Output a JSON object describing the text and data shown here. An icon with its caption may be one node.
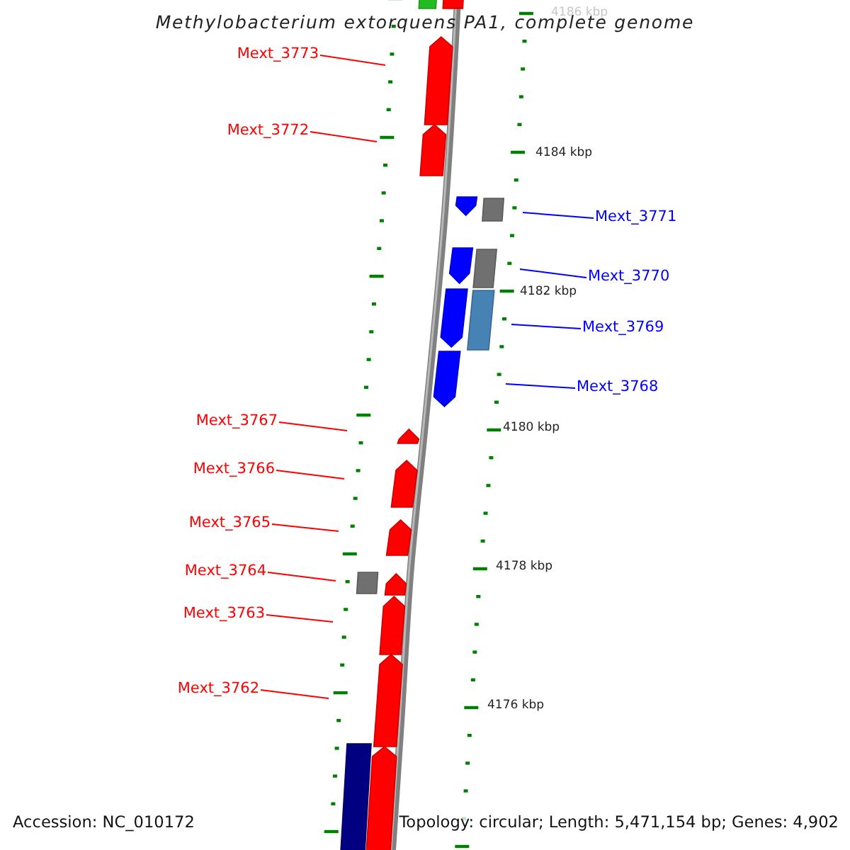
{
  "diagram": {
    "title": "Methylobacterium extorquens PA1, complete genome",
    "nodes": [
      {
        "text": [
          "Mext_3773"
        ]
      },
      {
        "text": [
          "Mext_3772"
        ]
      },
      {
        "text": [
          "Mext_3771"
        ]
      },
      {
        "text": [
          "Mext_3770"
        ]
      },
      {
        "text": [
          "Mext_3769"
        ]
      },
      {
        "text": [
          "Mext_3768"
        ]
      },
      {
        "text": [
          "Mext_3767"
        ]
      },
      {
        "text": [
          "Mext_3766"
        ]
      },
      {
        "text": [
          "Mext_3765"
        ]
      },
      {
        "text": [
          "Mext_3764"
        ]
      },
      {
        "text": [
          "Mext_3763"
        ]
      },
      {
        "text": [
          "Mext_3762"
        ]
      }
    ],
    "edges": [
      {
        "from": 0,
        "to": null,
        "arrow": "none"
      },
      {
        "from": 1,
        "to": null,
        "arrow": "none"
      },
      {
        "from": 2,
        "to": null,
        "arrow": "none",
        "color": "#0000ff"
      },
      {
        "from": 3,
        "to": null,
        "arrow": "none",
        "color": "#0000ff"
      },
      {
        "from": 4,
        "to": null,
        "arrow": "none",
        "color": "#0000ff"
      },
      {
        "from": 5,
        "to": null,
        "arrow": "none",
        "color": "#0000ff"
      },
      {
        "from": 6,
        "to": null,
        "arrow": "none"
      },
      {
        "from": 7,
        "to": null,
        "arrow": "none"
      },
      {
        "from": 8,
        "to": null,
        "arrow": "none"
      },
      {
        "from": 9,
        "to": null,
        "arrow": "none"
      },
      {
        "from": 10,
        "to": null,
        "arrow": "none"
      },
      {
        "from": 11,
        "to": null,
        "arrow": "none"
      }
    ],
    "labels": [
      "4186 kbp",
      "4184 kbp",
      "4182 kbp",
      "4180 kbp",
      "4178 kbp",
      "4176 kbp",
      "Accession: NC_010172",
      "Topology: circular; Length: 5,471,154 bp; Genes: 4,902"
    ]
  }
}
